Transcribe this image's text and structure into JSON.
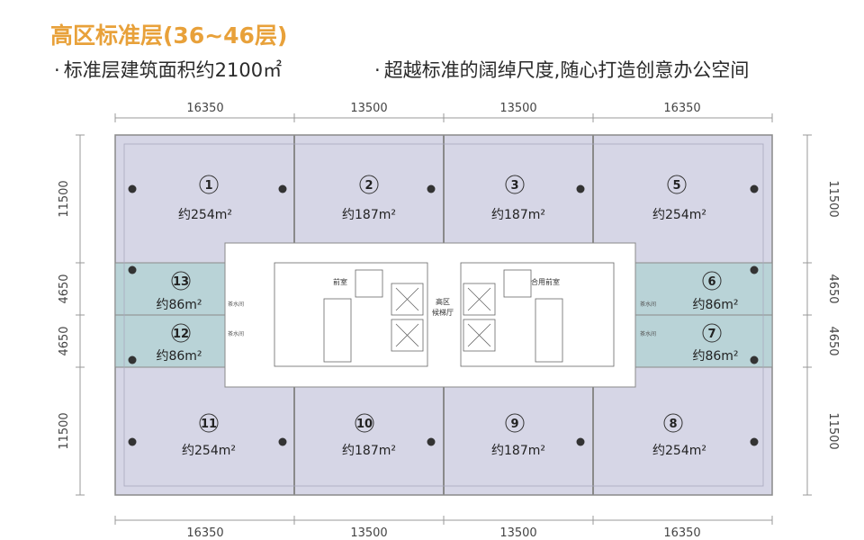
{
  "header": {
    "title": "高区标准层(36~46层)",
    "bullet1": "标准层建筑面积约2100㎡",
    "bullet2": "超越标准的阔绰尺度,随心打造创意办公空间"
  },
  "dimensions": {
    "top": [
      "16350",
      "13500",
      "13500",
      "16350"
    ],
    "bottom": [
      "16350",
      "13500",
      "13500",
      "16350"
    ],
    "left": [
      "11500",
      "4650",
      "4650",
      "11500"
    ],
    "right": [
      "11500",
      "4650",
      "4650",
      "11500"
    ]
  },
  "units": [
    {
      "num": "1",
      "area": "约254m²"
    },
    {
      "num": "2",
      "area": "约187m²"
    },
    {
      "num": "3",
      "area": "约187m²"
    },
    {
      "num": "5",
      "area": "约254m²"
    },
    {
      "num": "13",
      "area": "约86m²"
    },
    {
      "num": "12",
      "area": "约86m²"
    },
    {
      "num": "6",
      "area": "约86m²"
    },
    {
      "num": "7",
      "area": "约86m²"
    },
    {
      "num": "11",
      "area": "约254m²"
    },
    {
      "num": "10",
      "area": "约187m²"
    },
    {
      "num": "9",
      "area": "约187m²"
    },
    {
      "num": "8",
      "area": "约254m²"
    }
  ],
  "core": {
    "lobby_line1": "高区",
    "lobby_line2": "候梯厅",
    "front_room_left": "前室",
    "front_room_right": "合用前室",
    "small_label": "茶水间"
  },
  "colors": {
    "title": "#e8a13a",
    "office_fill": "#d6d6e6",
    "small_office_fill": "#b9d3d7",
    "wall": "#8a8a8a"
  }
}
